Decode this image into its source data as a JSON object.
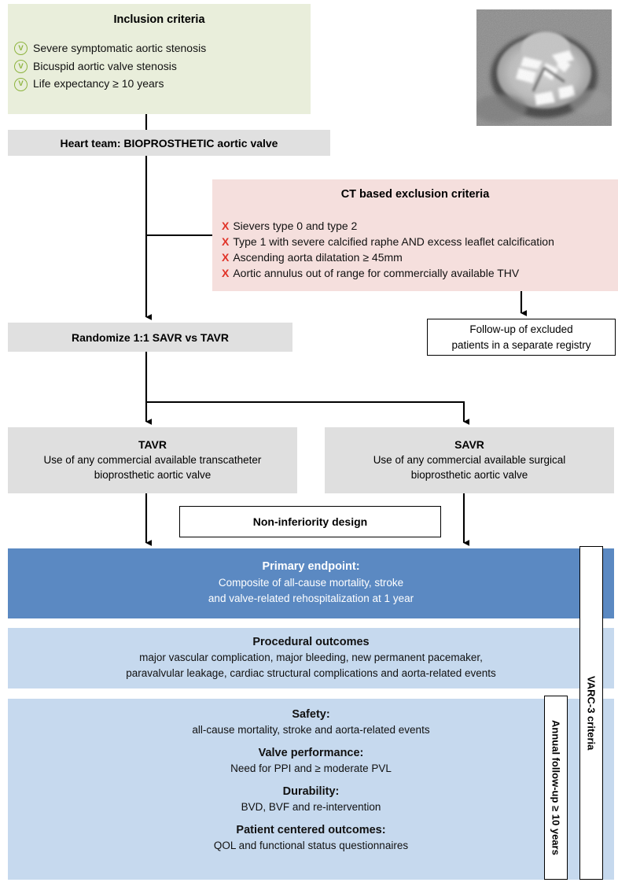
{
  "inclusion": {
    "title": "Inclusion criteria",
    "icon": "check-circle-icon",
    "mark": "V",
    "items": [
      "Severe symptomatic aortic stenosis",
      "Bicuspid aortic valve stenosis",
      " Life expectancy ≥ 10 years"
    ],
    "bg_color": "#e9eedb",
    "icon_color": "#8eb43f"
  },
  "ct_image": {
    "name": "ct-scan-bicuspid-aortic-valve",
    "alt": "CT cross-section of calcified bicuspid aortic valve"
  },
  "heart_team": {
    "label": "Heart team: BIOPROSTHETIC aortic valve",
    "bg_color": "#e0e0e0"
  },
  "exclusion": {
    "title": "CT based exclusion criteria",
    "mark": "X",
    "mark_color": "#e03227",
    "bg_color": "#f5dfdd",
    "items": [
      "Sievers type 0 and type 2",
      "Type 1 with severe calcified raphe AND excess leaflet calcification",
      "Ascending aorta dilatation ≥ 45mm",
      "Aortic annulus out of range for commercially available THV"
    ]
  },
  "randomize": {
    "label": "Randomize 1:1 SAVR vs TAVR",
    "bg_color": "#e0e0e0"
  },
  "registry": {
    "line1": "Follow-up of excluded",
    "line2": "patients in a separate registry"
  },
  "arms": {
    "tavr": {
      "title": "TAVR",
      "line1": "Use of any commercial available transcatheter",
      "line2": "bioprosthetic aortic valve"
    },
    "savr": {
      "title": "SAVR",
      "line1": "Use of any commercial available surgical",
      "line2": "bioprosthetic aortic valve"
    },
    "bg_color": "#dfdfdf"
  },
  "non_inferiority": {
    "label": "Non-inferiority design"
  },
  "primary_endpoint": {
    "title": "Primary endpoint:",
    "line1": "Composite of all-cause mortality, stroke",
    "line2": "and valve-related rehospitalization at 1 year",
    "bg_color": "#5b89c2",
    "text_color": "#ffffff"
  },
  "procedural_outcomes": {
    "title": "Procedural outcomes",
    "line1": "major vascular complication, major bleeding, new permanent pacemaker,",
    "line2": "paravalvular leakage, cardiac structural complications and aorta-related events",
    "bg_color": "#c6d9ee"
  },
  "longterm_outcomes": {
    "bg_color": "#c6d9ee",
    "groups": [
      {
        "head": "Safety:",
        "sub": "all-cause mortality, stroke and aorta-related events"
      },
      {
        "head": "Valve performance:",
        "sub": "Need for PPI and  ≥ moderate PVL"
      },
      {
        "head": "Durability:",
        "sub": "BVD, BVF and re-intervention"
      },
      {
        "head": "Patient centered outcomes:",
        "sub": "QOL and functional status questionnaires"
      }
    ]
  },
  "side_labels": {
    "varc": "VARC-3 criteria",
    "annual_followup": "Annual follow-up ≥ 10 years"
  }
}
